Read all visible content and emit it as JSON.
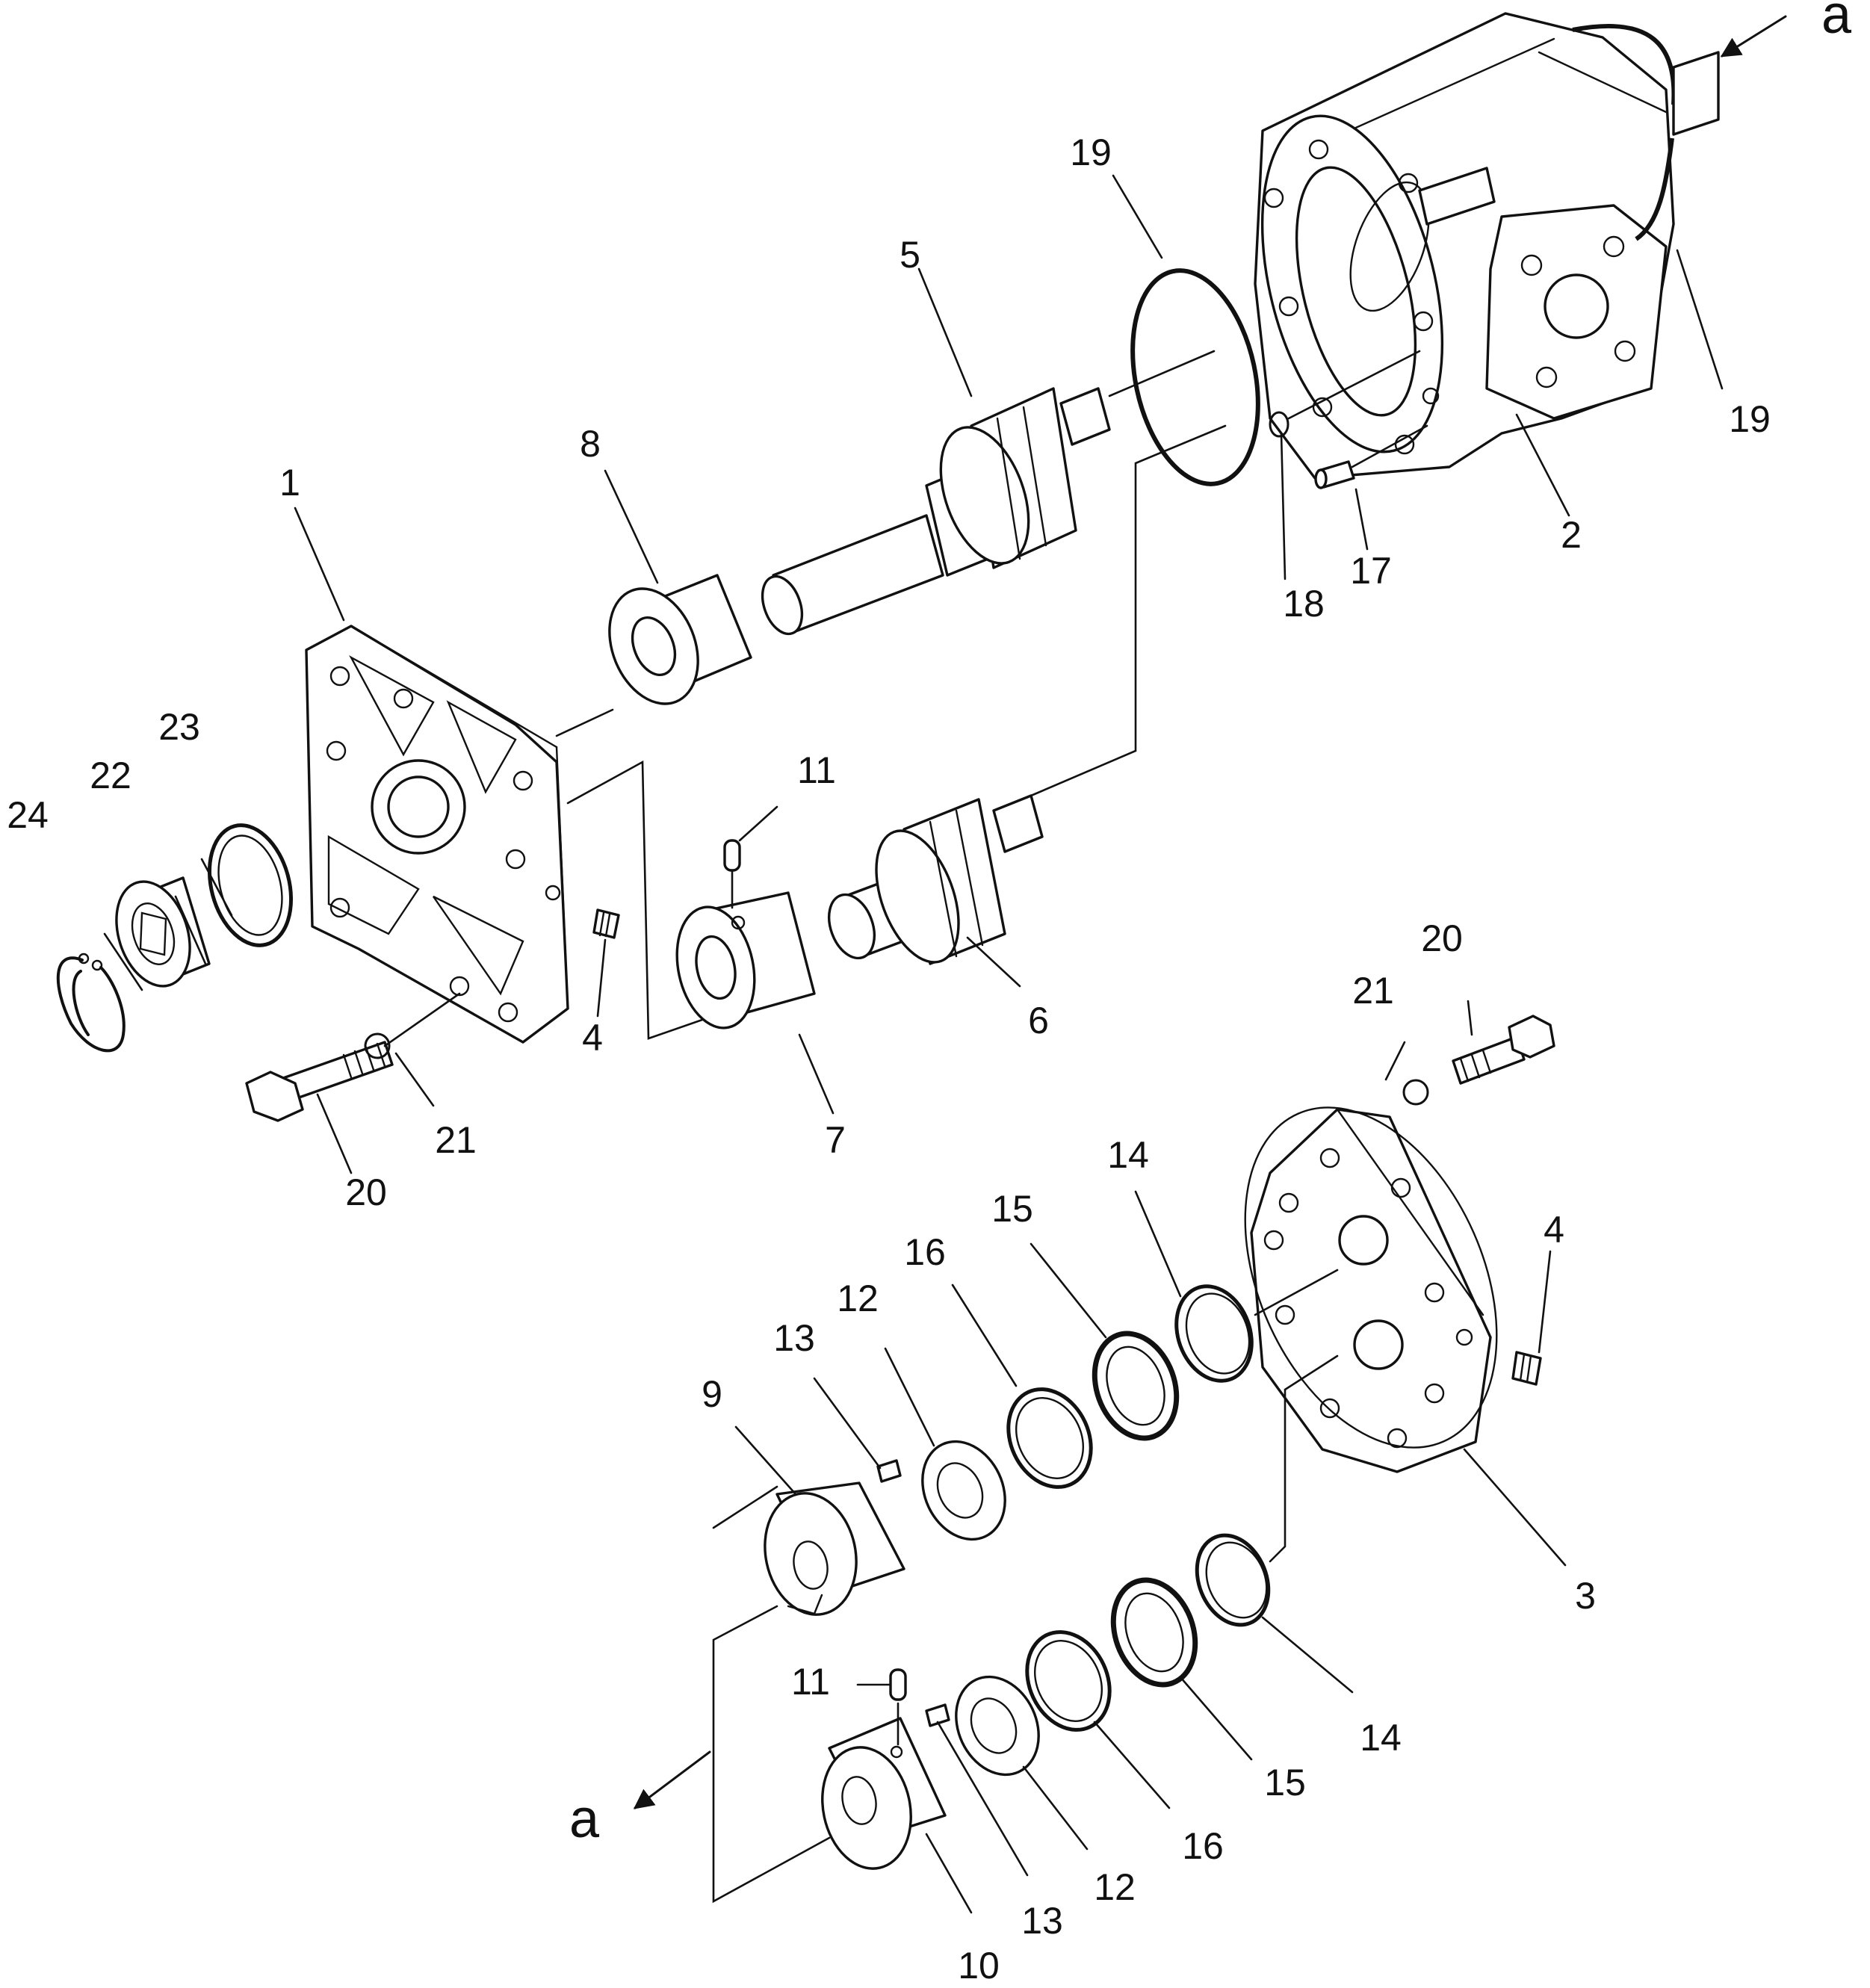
{
  "diagram": {
    "type": "exploded parts diagram",
    "colors": {
      "line": "#111111",
      "background": "#ffffff"
    },
    "callouts": [
      {
        "id": "c1-a",
        "part": "1",
        "label": "1"
      },
      {
        "id": "c2-a",
        "part": "2",
        "label": "2"
      },
      {
        "id": "c3-a",
        "part": "3",
        "label": "3"
      },
      {
        "id": "c4-a",
        "part": "4",
        "label": "4"
      },
      {
        "id": "c4-b",
        "part": "4",
        "label": "4"
      },
      {
        "id": "c5-a",
        "part": "5",
        "label": "5"
      },
      {
        "id": "c6-a",
        "part": "6",
        "label": "6"
      },
      {
        "id": "c7-a",
        "part": "7",
        "label": "7"
      },
      {
        "id": "c8-a",
        "part": "8",
        "label": "8"
      },
      {
        "id": "c9-a",
        "part": "9",
        "label": "9"
      },
      {
        "id": "c10-a",
        "part": "10",
        "label": "10"
      },
      {
        "id": "c11-a",
        "part": "11",
        "label": "11"
      },
      {
        "id": "c11-b",
        "part": "11",
        "label": "11"
      },
      {
        "id": "c12-a",
        "part": "12",
        "label": "12"
      },
      {
        "id": "c12-b",
        "part": "12",
        "label": "12"
      },
      {
        "id": "c13-a",
        "part": "13",
        "label": "13"
      },
      {
        "id": "c13-b",
        "part": "13",
        "label": "13"
      },
      {
        "id": "c14-a",
        "part": "14",
        "label": "14"
      },
      {
        "id": "c14-b",
        "part": "14",
        "label": "14"
      },
      {
        "id": "c15-a",
        "part": "15",
        "label": "15"
      },
      {
        "id": "c15-b",
        "part": "15",
        "label": "15"
      },
      {
        "id": "c16-a",
        "part": "16",
        "label": "16"
      },
      {
        "id": "c16-b",
        "part": "16",
        "label": "16"
      },
      {
        "id": "c17-a",
        "part": "17",
        "label": "17"
      },
      {
        "id": "c18-a",
        "part": "18",
        "label": "18"
      },
      {
        "id": "c19-a",
        "part": "19",
        "label": "19"
      },
      {
        "id": "c19-b",
        "part": "19",
        "label": "19"
      },
      {
        "id": "c20-a",
        "part": "20",
        "label": "20"
      },
      {
        "id": "c20-b",
        "part": "20",
        "label": "20"
      },
      {
        "id": "c21-a",
        "part": "21",
        "label": "21"
      },
      {
        "id": "c21-b",
        "part": "21",
        "label": "21"
      },
      {
        "id": "c22-a",
        "part": "22",
        "label": "22"
      },
      {
        "id": "c23-a",
        "part": "23",
        "label": "23"
      },
      {
        "id": "c24-a",
        "part": "24",
        "label": "24"
      }
    ],
    "connection_refs": [
      {
        "id": "ref-a-top",
        "label": "a"
      },
      {
        "id": "ref-a-bottom",
        "label": "a"
      }
    ]
  }
}
